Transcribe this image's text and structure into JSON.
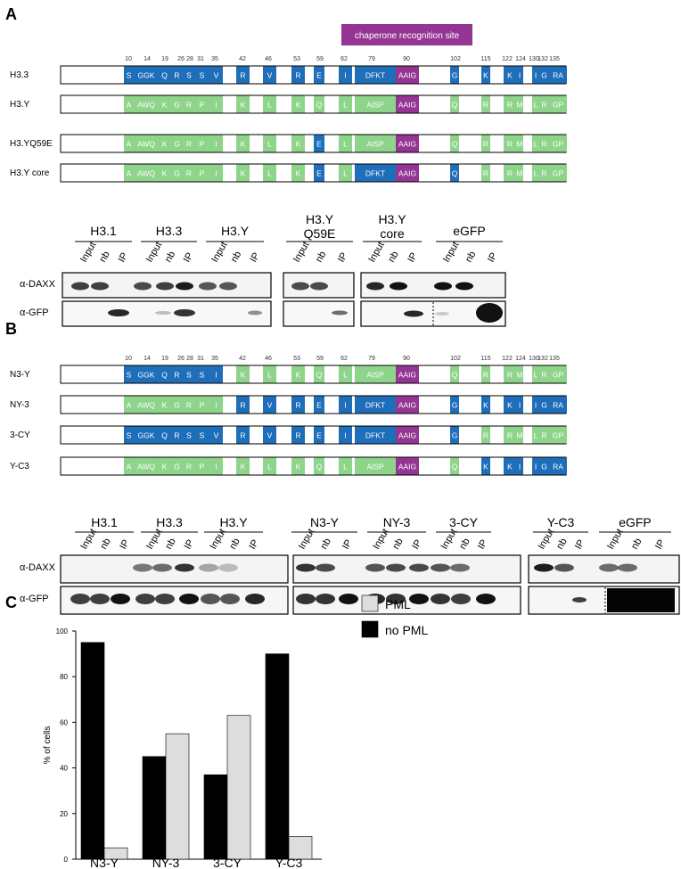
{
  "panel_letters": {
    "a": "A",
    "b": "B",
    "c": "C"
  },
  "colors": {
    "blue": "#1f6eb9",
    "green": "#8fd48b",
    "purple": "#953593",
    "pml_bar": "#dddddd",
    "no_pml_bar": "#000000"
  },
  "panelA": {
    "site_label": "chaperone recognition site",
    "positions": [
      "10",
      "14",
      "19",
      "26",
      "28",
      "31",
      "35",
      "42",
      "46",
      "53",
      "59",
      "62",
      "79",
      "90",
      "102",
      "115",
      "122",
      "124",
      "130",
      "132",
      "135"
    ],
    "rows": [
      {
        "name": "H3.3",
        "segs": [
          {
            "t": "S",
            "c": "b"
          },
          {
            "t": "GGK",
            "c": "b"
          },
          {
            "t": "Q",
            "c": "b"
          },
          {
            "t": "R",
            "c": "b"
          },
          {
            "t": "S",
            "c": "b"
          },
          {
            "t": "S",
            "c": "b"
          },
          {
            "t": "V",
            "c": "b"
          },
          {
            "t": "R",
            "c": "b"
          },
          {
            "t": "V",
            "c": "b"
          },
          {
            "t": "R",
            "c": "b"
          },
          {
            "t": "E",
            "c": "b"
          },
          {
            "t": "I",
            "c": "b"
          },
          {
            "t": "DFKT",
            "c": "b"
          },
          {
            "t": "AAIG",
            "c": "p"
          },
          {
            "t": "G",
            "c": "b"
          },
          {
            "t": "K",
            "c": "b"
          },
          {
            "t": "K",
            "c": "b"
          },
          {
            "t": "I",
            "c": "b"
          },
          {
            "t": "I",
            "c": "b"
          },
          {
            "t": "G",
            "c": "b"
          },
          {
            "t": "RA",
            "c": "b"
          }
        ]
      },
      {
        "name": "H3.Y",
        "segs": [
          {
            "t": "A",
            "c": "g"
          },
          {
            "t": "AWQ",
            "c": "g"
          },
          {
            "t": "K",
            "c": "g"
          },
          {
            "t": "G",
            "c": "g"
          },
          {
            "t": "R",
            "c": "g"
          },
          {
            "t": "P",
            "c": "g"
          },
          {
            "t": "I",
            "c": "g"
          },
          {
            "t": "K",
            "c": "g"
          },
          {
            "t": "L",
            "c": "g"
          },
          {
            "t": "K",
            "c": "g"
          },
          {
            "t": "Q",
            "c": "g"
          },
          {
            "t": "L",
            "c": "g"
          },
          {
            "t": "AISP",
            "c": "g"
          },
          {
            "t": "AAIG",
            "c": "p"
          },
          {
            "t": "Q",
            "c": "g"
          },
          {
            "t": "R",
            "c": "g"
          },
          {
            "t": "R",
            "c": "g"
          },
          {
            "t": "M",
            "c": "g"
          },
          {
            "t": "L",
            "c": "g"
          },
          {
            "t": "R",
            "c": "g"
          },
          {
            "t": "GP",
            "c": "g"
          }
        ]
      },
      {
        "name": "H3.YQ59E",
        "segs": [
          {
            "t": "A",
            "c": "g"
          },
          {
            "t": "AWQ",
            "c": "g"
          },
          {
            "t": "K",
            "c": "g"
          },
          {
            "t": "G",
            "c": "g"
          },
          {
            "t": "R",
            "c": "g"
          },
          {
            "t": "P",
            "c": "g"
          },
          {
            "t": "I",
            "c": "g"
          },
          {
            "t": "K",
            "c": "g"
          },
          {
            "t": "L",
            "c": "g"
          },
          {
            "t": "K",
            "c": "g"
          },
          {
            "t": "E",
            "c": "b"
          },
          {
            "t": "L",
            "c": "g"
          },
          {
            "t": "AISP",
            "c": "g"
          },
          {
            "t": "AAIG",
            "c": "p"
          },
          {
            "t": "Q",
            "c": "g"
          },
          {
            "t": "R",
            "c": "g"
          },
          {
            "t": "R",
            "c": "g"
          },
          {
            "t": "M",
            "c": "g"
          },
          {
            "t": "L",
            "c": "g"
          },
          {
            "t": "R",
            "c": "g"
          },
          {
            "t": "GP",
            "c": "g"
          }
        ]
      },
      {
        "name": "H3.Y core",
        "segs": [
          {
            "t": "A",
            "c": "g"
          },
          {
            "t": "AWQ",
            "c": "g"
          },
          {
            "t": "K",
            "c": "g"
          },
          {
            "t": "G",
            "c": "g"
          },
          {
            "t": "R",
            "c": "g"
          },
          {
            "t": "P",
            "c": "g"
          },
          {
            "t": "I",
            "c": "g"
          },
          {
            "t": "K",
            "c": "g"
          },
          {
            "t": "L",
            "c": "g"
          },
          {
            "t": "K",
            "c": "g"
          },
          {
            "t": "E",
            "c": "b"
          },
          {
            "t": "L",
            "c": "g"
          },
          {
            "t": "DFKT",
            "c": "b"
          },
          {
            "t": "AAIG",
            "c": "p"
          },
          {
            "t": "Q",
            "c": "b"
          },
          {
            "t": "R",
            "c": "g"
          },
          {
            "t": "R",
            "c": "g"
          },
          {
            "t": "M",
            "c": "g"
          },
          {
            "t": "L",
            "c": "g"
          },
          {
            "t": "R",
            "c": "g"
          },
          {
            "t": "GP",
            "c": "g"
          }
        ]
      }
    ],
    "groups": [
      {
        "label": "H3.1",
        "label2": ""
      },
      {
        "label": "H3.3",
        "label2": ""
      },
      {
        "label": "H3.Y",
        "label2": ""
      },
      {
        "label": "H3.Y",
        "label2": "Q59E"
      },
      {
        "label": "H3.Y",
        "label2": "core"
      },
      {
        "label": "eGFP",
        "label2": ""
      }
    ],
    "lanes": [
      "Input",
      "nb",
      "IP"
    ],
    "blot_labels": {
      "daxx": "α-DAXX",
      "gfp": "α-GFP"
    }
  },
  "panelB": {
    "positions": [
      "10",
      "14",
      "19",
      "26",
      "28",
      "31",
      "35",
      "42",
      "46",
      "53",
      "59",
      "62",
      "79",
      "90",
      "102",
      "115",
      "122",
      "124",
      "130",
      "132",
      "135"
    ],
    "rows": [
      {
        "name": "N3-Y",
        "segs": [
          {
            "t": "S",
            "c": "b"
          },
          {
            "t": "GGK",
            "c": "b"
          },
          {
            "t": "Q",
            "c": "b"
          },
          {
            "t": "R",
            "c": "b"
          },
          {
            "t": "S",
            "c": "b"
          },
          {
            "t": "S",
            "c": "b"
          },
          {
            "t": "I",
            "c": "b"
          },
          {
            "t": "K",
            "c": "g"
          },
          {
            "t": "L",
            "c": "g"
          },
          {
            "t": "K",
            "c": "g"
          },
          {
            "t": "Q",
            "c": "g"
          },
          {
            "t": "L",
            "c": "g"
          },
          {
            "t": "AISP",
            "c": "g"
          },
          {
            "t": "AAIG",
            "c": "p"
          },
          {
            "t": "Q",
            "c": "g"
          },
          {
            "t": "R",
            "c": "g"
          },
          {
            "t": "R",
            "c": "g"
          },
          {
            "t": "M",
            "c": "g"
          },
          {
            "t": "L",
            "c": "g"
          },
          {
            "t": "R",
            "c": "g"
          },
          {
            "t": "GP",
            "c": "g"
          }
        ]
      },
      {
        "name": "NY-3",
        "segs": [
          {
            "t": "A",
            "c": "g"
          },
          {
            "t": "AWQ",
            "c": "g"
          },
          {
            "t": "K",
            "c": "g"
          },
          {
            "t": "G",
            "c": "g"
          },
          {
            "t": "R",
            "c": "g"
          },
          {
            "t": "P",
            "c": "g"
          },
          {
            "t": "I",
            "c": "g"
          },
          {
            "t": "R",
            "c": "b"
          },
          {
            "t": "V",
            "c": "b"
          },
          {
            "t": "R",
            "c": "b"
          },
          {
            "t": "E",
            "c": "b"
          },
          {
            "t": "I",
            "c": "b"
          },
          {
            "t": "DFKT",
            "c": "b"
          },
          {
            "t": "AAIG",
            "c": "p"
          },
          {
            "t": "G",
            "c": "b"
          },
          {
            "t": "K",
            "c": "b"
          },
          {
            "t": "K",
            "c": "b"
          },
          {
            "t": "I",
            "c": "b"
          },
          {
            "t": "I",
            "c": "b"
          },
          {
            "t": "G",
            "c": "b"
          },
          {
            "t": "RA",
            "c": "b"
          }
        ]
      },
      {
        "name": "3-CY",
        "segs": [
          {
            "t": "S",
            "c": "b"
          },
          {
            "t": "GGK",
            "c": "b"
          },
          {
            "t": "Q",
            "c": "b"
          },
          {
            "t": "R",
            "c": "b"
          },
          {
            "t": "S",
            "c": "b"
          },
          {
            "t": "S",
            "c": "b"
          },
          {
            "t": "V",
            "c": "b"
          },
          {
            "t": "R",
            "c": "b"
          },
          {
            "t": "V",
            "c": "b"
          },
          {
            "t": "R",
            "c": "b"
          },
          {
            "t": "E",
            "c": "b"
          },
          {
            "t": "I",
            "c": "b"
          },
          {
            "t": "DFKT",
            "c": "b"
          },
          {
            "t": "AAIG",
            "c": "p"
          },
          {
            "t": "G",
            "c": "b"
          },
          {
            "t": "R",
            "c": "g"
          },
          {
            "t": "R",
            "c": "g"
          },
          {
            "t": "M",
            "c": "g"
          },
          {
            "t": "L",
            "c": "g"
          },
          {
            "t": "R",
            "c": "g"
          },
          {
            "t": "GP",
            "c": "g"
          }
        ]
      },
      {
        "name": "Y-C3",
        "segs": [
          {
            "t": "A",
            "c": "g"
          },
          {
            "t": "AWQ",
            "c": "g"
          },
          {
            "t": "K",
            "c": "g"
          },
          {
            "t": "G",
            "c": "g"
          },
          {
            "t": "R",
            "c": "g"
          },
          {
            "t": "P",
            "c": "g"
          },
          {
            "t": "I",
            "c": "g"
          },
          {
            "t": "K",
            "c": "g"
          },
          {
            "t": "L",
            "c": "g"
          },
          {
            "t": "K",
            "c": "g"
          },
          {
            "t": "Q",
            "c": "g"
          },
          {
            "t": "L",
            "c": "g"
          },
          {
            "t": "AISP",
            "c": "g"
          },
          {
            "t": "AAIG",
            "c": "p"
          },
          {
            "t": "Q",
            "c": "g"
          },
          {
            "t": "K",
            "c": "b"
          },
          {
            "t": "K",
            "c": "b"
          },
          {
            "t": "I",
            "c": "b"
          },
          {
            "t": "I",
            "c": "b"
          },
          {
            "t": "G",
            "c": "b"
          },
          {
            "t": "RA",
            "c": "b"
          }
        ]
      }
    ],
    "groups": [
      {
        "label": "H3.1"
      },
      {
        "label": "H3.3"
      },
      {
        "label": "H3.Y"
      },
      {
        "label": "N3-Y"
      },
      {
        "label": "NY-3"
      },
      {
        "label": "3-CY"
      },
      {
        "label": "Y-C3"
      },
      {
        "label": "eGFP"
      }
    ],
    "lanes": [
      "Input",
      "nb",
      "IP"
    ],
    "blot_labels": {
      "daxx": "α-DAXX",
      "gfp": "α-GFP"
    }
  },
  "chart_data": {
    "type": "bar",
    "categories": [
      "N3-Y",
      "NY-3",
      "3-CY",
      "Y-C3"
    ],
    "series": [
      {
        "name": "no PML",
        "values": [
          95,
          45,
          37,
          90
        ]
      },
      {
        "name": "PML",
        "values": [
          5,
          55,
          63,
          10
        ]
      }
    ],
    "ylabel": "% of cells",
    "ylim": [
      0,
      100
    ],
    "yticks": [
      "0",
      "20",
      "40",
      "60",
      "80",
      "100"
    ],
    "legend": [
      {
        "name": "PML",
        "color": "#dddddd"
      },
      {
        "name": "no PML",
        "color": "#000000"
      }
    ],
    "legend_position": "top-right",
    "grid": false
  }
}
